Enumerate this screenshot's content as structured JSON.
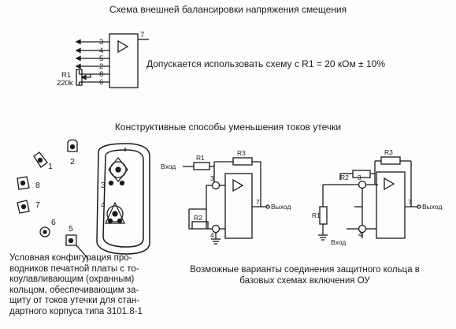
{
  "title_offset": "Схема внешней балансировки напряжения смещения",
  "offset_note": "Допускается использовать схему с R1 = 20 кОм ± 10%",
  "title_leakage": "Конструктивные способы уменьшения токов утечки",
  "offset_schematic": {
    "pins_left": [
      "3",
      "4",
      "5",
      "2",
      "8",
      "6"
    ],
    "pin_out": "7",
    "resistor_label": "R1",
    "resistor_value": "220k"
  },
  "pcb_pads": {
    "outer_pins": [
      "1",
      "2",
      "8",
      "7",
      "6",
      "5"
    ],
    "guard_pins": [
      "3",
      "4"
    ]
  },
  "circuit_a": {
    "input": "Вход",
    "output": "Выход",
    "r1": "R1",
    "r2": "R2",
    "r3": "R3",
    "pin_in": "3",
    "pin_gnd": "4",
    "pin_out": "7"
  },
  "circuit_b": {
    "input": "Вход",
    "output": "Выход",
    "r1": "R1",
    "r2": "R2",
    "r3": "R3",
    "pin_in": "3",
    "pin_gnd": "4",
    "pin_out": "7"
  },
  "caption_left": [
    "Условная конфигурация про-",
    "водников печатной платы с то-",
    "коулавливающим (охранным)",
    "кольцом, обеспечивающим за-",
    "щиту от токов утечки для стан-",
    "дартного корпуса типа 3101.8-1"
  ],
  "caption_right": [
    "Возможные  варианты соединения защитного кольца в",
    "базовых схемах включения ОУ"
  ]
}
